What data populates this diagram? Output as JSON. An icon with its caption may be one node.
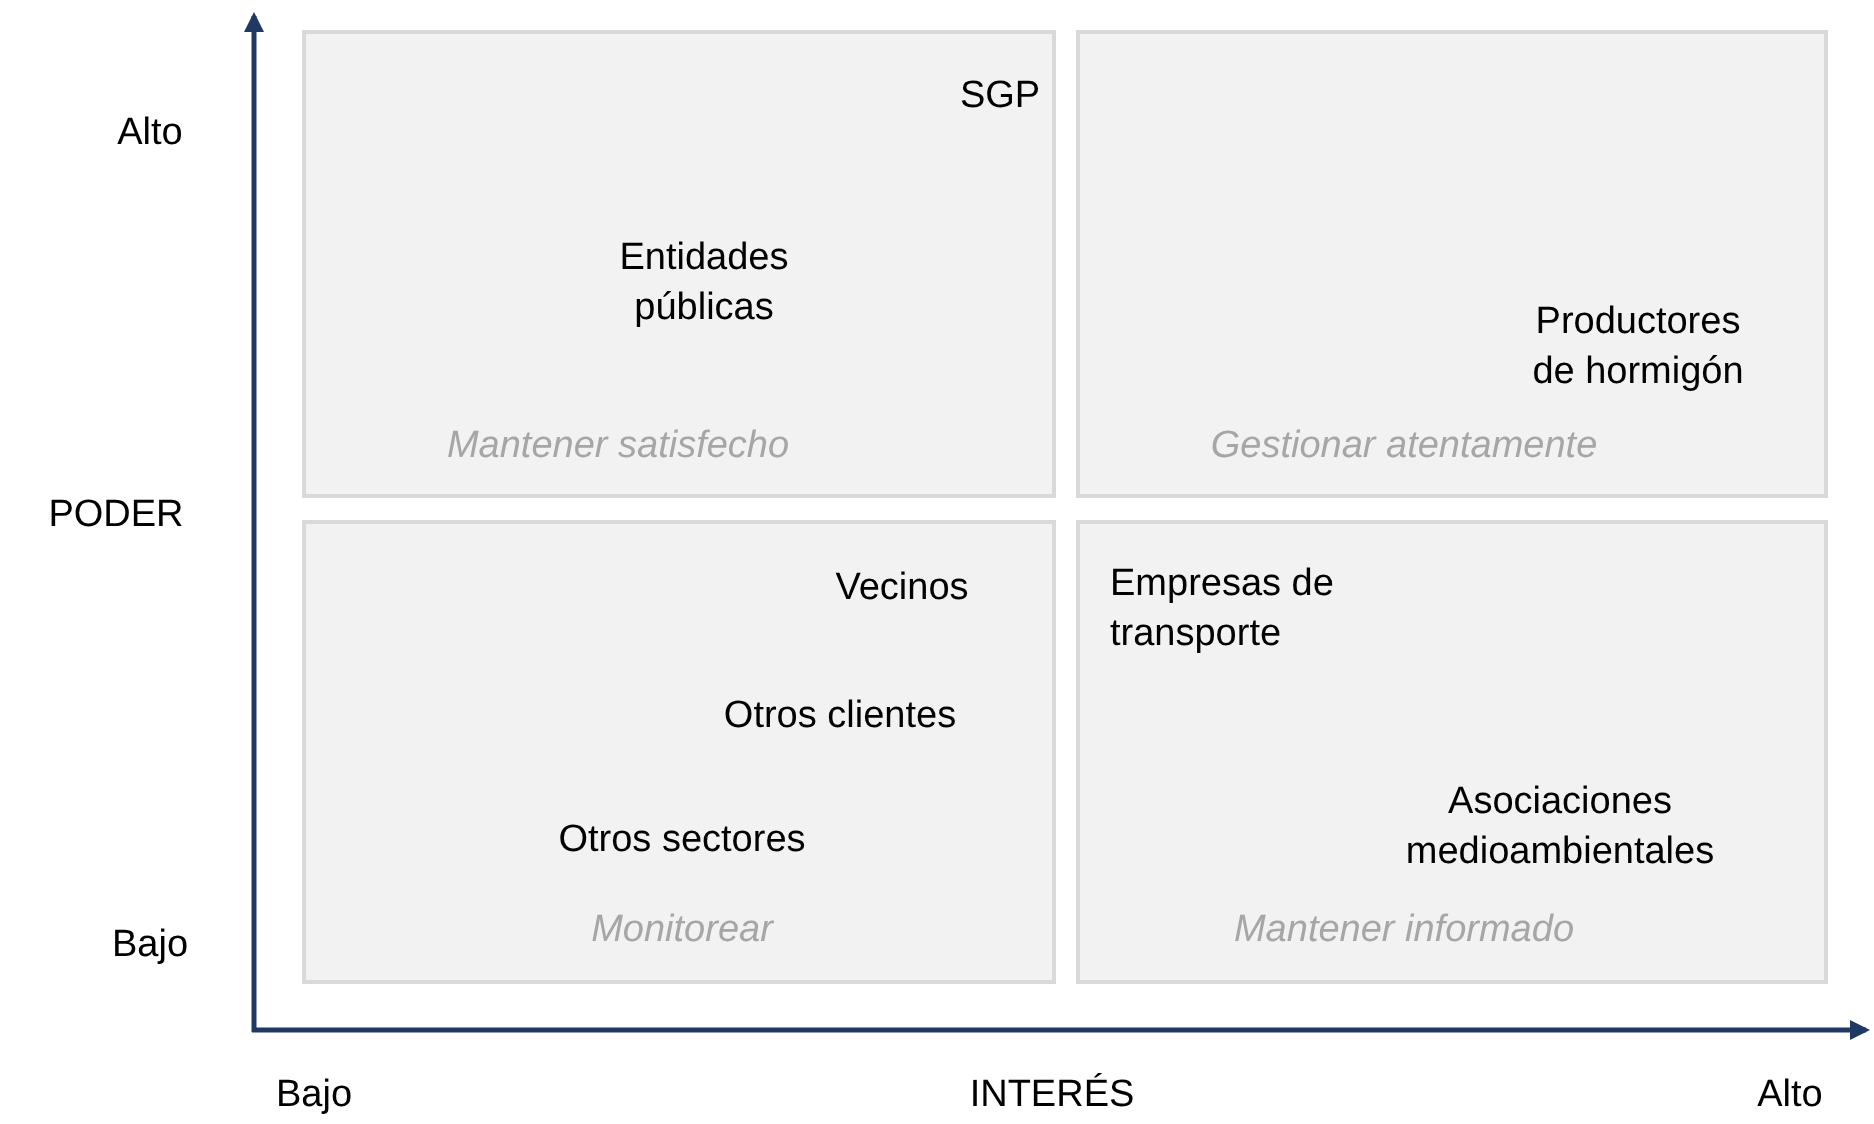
{
  "diagram": {
    "nodes": [
      {
        "text": [
          "SGP",
          "Entidades públicas",
          "Mantener satisfecho"
        ]
      },
      {
        "text": [
          "Productores de hormigón",
          "Gestionar atentamente"
        ]
      },
      {
        "text": [
          "Vecinos",
          "Otros clientes",
          "Otros sectores",
          "Monitorear"
        ]
      },
      {
        "text": [
          "Empresas de transporte",
          "Asociaciones medioambientales",
          "Mantener informado"
        ]
      }
    ],
    "edges": [],
    "labels": [
      "Alto",
      "PODER",
      "Bajo",
      "Bajo",
      "INTERÉS",
      "Alto"
    ]
  }
}
